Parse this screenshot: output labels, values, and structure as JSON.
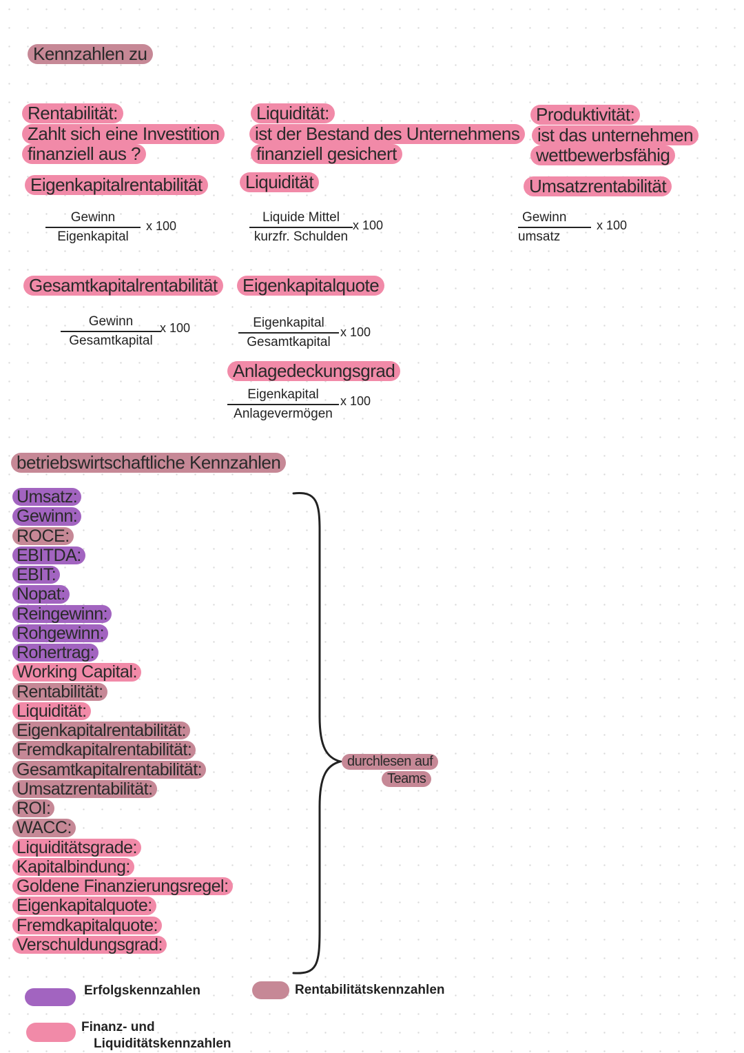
{
  "title": "Kennzahlen zu",
  "columns": [
    {
      "heading": "Rentabilität:",
      "question": [
        "Zahlt sich eine Investition",
        "finanziell aus ?"
      ],
      "metrics": [
        {
          "name": "Eigenkapitalrentabilität",
          "numerator": "Gewinn",
          "denominator": "Eigenkapital",
          "factor": "x 100"
        },
        {
          "name": "Gesamtkapitalrentabilität",
          "numerator": "Gewinn",
          "denominator": "Gesamtkapital",
          "factor": "x 100"
        }
      ]
    },
    {
      "heading": "Liquidität:",
      "question": [
        "ist der Bestand des Unternehmens",
        "finanziell gesichert"
      ],
      "metrics": [
        {
          "name": "Liquidität",
          "numerator": "Liquide Mittel",
          "denominator": "kurzfr. Schulden",
          "factor": "x 100"
        },
        {
          "name": "Eigenkapitalquote",
          "numerator": "Eigenkapital",
          "denominator": "Gesamtkapital",
          "factor": "x 100"
        },
        {
          "name": "Anlagedeckungsgrad",
          "numerator": "Eigenkapital",
          "denominator": "Anlagevermögen",
          "factor": "x 100"
        }
      ]
    },
    {
      "heading": "Produktivität:",
      "question": [
        "ist das unternehmen",
        "wettbewerbsfähig"
      ],
      "metrics": [
        {
          "name": "Umsatzrentabilität",
          "numerator": "Gewinn",
          "denominator": "umsatz",
          "factor": "x 100"
        }
      ]
    }
  ],
  "section_title": "betriebswirtschaftliche Kennzahlen",
  "list_items": [
    {
      "label": "Umsatz:",
      "color": "#a264c0"
    },
    {
      "label": "Gewinn:",
      "color": "#a264c0"
    },
    {
      "label": "ROCE:",
      "color": "#c68896"
    },
    {
      "label": "EBITDA:",
      "color": "#a264c0"
    },
    {
      "label": "EBIT:",
      "color": "#a264c0"
    },
    {
      "label": "Nopat:",
      "color": "#a264c0"
    },
    {
      "label": "Reingewinn:",
      "color": "#a264c0"
    },
    {
      "label": "Rohgewinn:",
      "color": "#a264c0"
    },
    {
      "label": "Rohertrag:",
      "color": "#a264c0"
    },
    {
      "label": "Working Capital:",
      "color": "#f18aa8"
    },
    {
      "label": "Rentabilität:",
      "color": "#c68896"
    },
    {
      "label": "Liquidität:",
      "color": "#f18aa8"
    },
    {
      "label": "Eigenkapitalrentabilität:",
      "color": "#c68896"
    },
    {
      "label": "Fremdkapitalrentabilität:",
      "color": "#c68896"
    },
    {
      "label": "Gesamtkapitalrentabilität:",
      "color": "#c68896"
    },
    {
      "label": "Umsatzrentabilität:",
      "color": "#c68896"
    },
    {
      "label": "ROI:",
      "color": "#c68896"
    },
    {
      "label": "WACC:",
      "color": "#c68896"
    },
    {
      "label": "Liquiditätsgrade:",
      "color": "#f18aa8"
    },
    {
      "label": "Kapitalbindung:",
      "color": "#f18aa8"
    },
    {
      "label": "Goldene Finanzierungsregel:",
      "color": "#f18aa8"
    },
    {
      "label": "Eigenkapitalquote:",
      "color": "#f18aa8"
    },
    {
      "label": "Fremdkapitalquote:",
      "color": "#f18aa8"
    },
    {
      "label": "Verschuldungsgrad:",
      "color": "#f18aa8"
    }
  ],
  "note": [
    "durchlesen auf",
    "Teams"
  ],
  "legend": [
    {
      "label": "Erfolgskennzahlen",
      "color": "#a264c0"
    },
    {
      "label": "Rentabilitätskennzahlen",
      "color": "#c68896"
    },
    {
      "label": "Finanz- und Liquiditätskennzahlen",
      "color": "#f18aa8"
    }
  ],
  "legend_finanz_lines": [
    "Finanz- und",
    "Liquiditätskennzahlen"
  ]
}
